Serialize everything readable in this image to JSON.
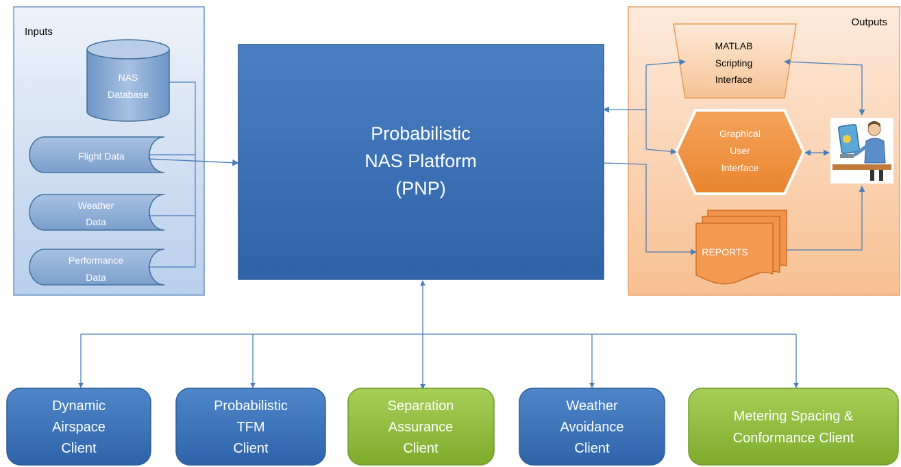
{
  "inputs": {
    "title": "Inputs",
    "database_line1": "NAS",
    "database_line2": "Database",
    "flight_data": "Flight Data",
    "weather_line1": "Weather",
    "weather_line2": "Data",
    "performance_line1": "Performance",
    "performance_line2": "Data"
  },
  "platform": {
    "line1": "Probabilistic",
    "line2": "NAS Platform",
    "line3": "(PNP)"
  },
  "outputs": {
    "title": "Outputs",
    "matlab_line1": "MATLAB",
    "matlab_line2": "Scripting",
    "matlab_line3": "Interface",
    "gui_line1": "Graphical",
    "gui_line2": "User",
    "gui_line3": "Interface",
    "reports": "REPORTS",
    "user_icon": "user-at-computer-icon"
  },
  "clients": [
    {
      "line1": "Dynamic",
      "line2": "Airspace",
      "line3": "Client"
    },
    {
      "line1": "Probabilistic",
      "line2": "TFM",
      "line3": "Client"
    },
    {
      "line1": "Separation",
      "line2": "Assurance",
      "line3": "Client"
    },
    {
      "line1": "Weather",
      "line2": "Avoidance",
      "line3": "Client"
    },
    {
      "line1": "Metering Spacing &",
      "line2": "Conformance Client"
    }
  ],
  "colors": {
    "blue_box": "#3f73b8",
    "green_box": "#93be3e",
    "orange_shape": "#f0984a",
    "inputs_panel": "#cad9ef",
    "outputs_panel": "#fbd0ac",
    "connector": "#4a7ebb"
  }
}
